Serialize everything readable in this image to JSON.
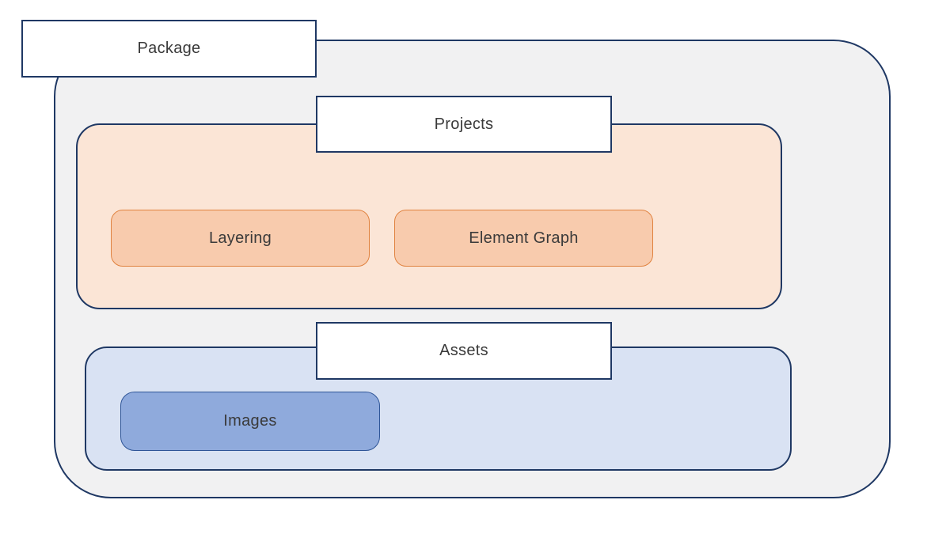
{
  "diagram": {
    "type": "nested-container-diagram",
    "package": {
      "label": "Package"
    },
    "projects": {
      "label": "Projects",
      "children": [
        {
          "label": "Layering"
        },
        {
          "label": "Element Graph"
        }
      ]
    },
    "assets": {
      "label": "Assets",
      "children": [
        {
          "label": "Images"
        }
      ]
    },
    "colors": {
      "outer_fill": "#f1f1f2",
      "outline": "#1f3864",
      "label_fill": "#ffffff",
      "projects_fill": "#fbe5d6",
      "projects_child_fill": "#f8cbad",
      "projects_child_border": "#e0823f",
      "assets_fill": "#d9e2f3",
      "assets_child_fill": "#8faadc",
      "assets_child_border": "#2f5597",
      "text": "#3a3a3a"
    }
  }
}
